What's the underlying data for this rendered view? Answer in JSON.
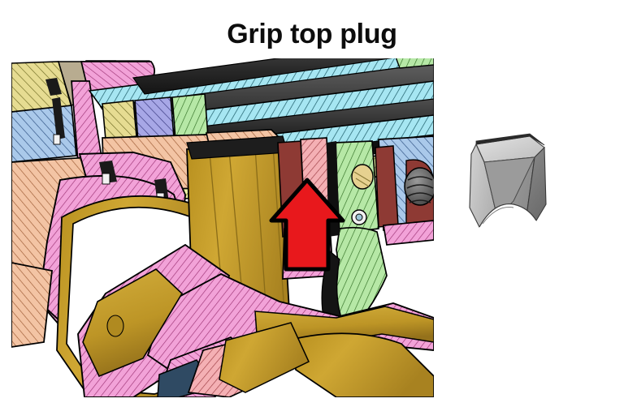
{
  "slide": {
    "background_color": "#ffffff",
    "title": "Grip top plug"
  },
  "figures": {
    "section_view": {
      "name": "grip-cross-section-view",
      "description": "Hatched CAD cross-section of a firearm grip and receiver assembly",
      "annotation": {
        "type": "arrow",
        "direction": "up",
        "color": "#e8181c",
        "outline_color": "#000000",
        "points_at": "grip-top-plug"
      }
    },
    "plug_view": {
      "name": "grip-top-plug-isometric-view",
      "description": "Isolated isometric render of the grip top plug part",
      "color": "#b4b4b4"
    }
  },
  "palette": {
    "hatch_cyan": "#a6e6f2",
    "hatch_pink": "#f2a2d8",
    "hatch_peach": "#f3c4a4",
    "hatch_blue": "#aac9ea",
    "hatch_green": "#b6e8a6",
    "hatch_yellow": "#ecefa3",
    "hatch_khaki": "#e6dc92",
    "hatch_periwinkle": "#a7a7e6",
    "hatch_salmon": "#f4b0b4",
    "solid_gold": "#c8a02c",
    "solid_gold_dark": "#a8821f",
    "solid_darkred": "#8e3a34",
    "solid_navy": "#2f4a63",
    "solid_black": "#1d1d1d",
    "solid_gray": "#4a4a4a",
    "part_gray_light": "#c8c8c8",
    "part_gray_mid": "#a0a0a0",
    "part_gray_dark": "#737373",
    "outline": "#000000",
    "arrow_red": "#e8181c",
    "title_color": "#0d0d0d"
  }
}
